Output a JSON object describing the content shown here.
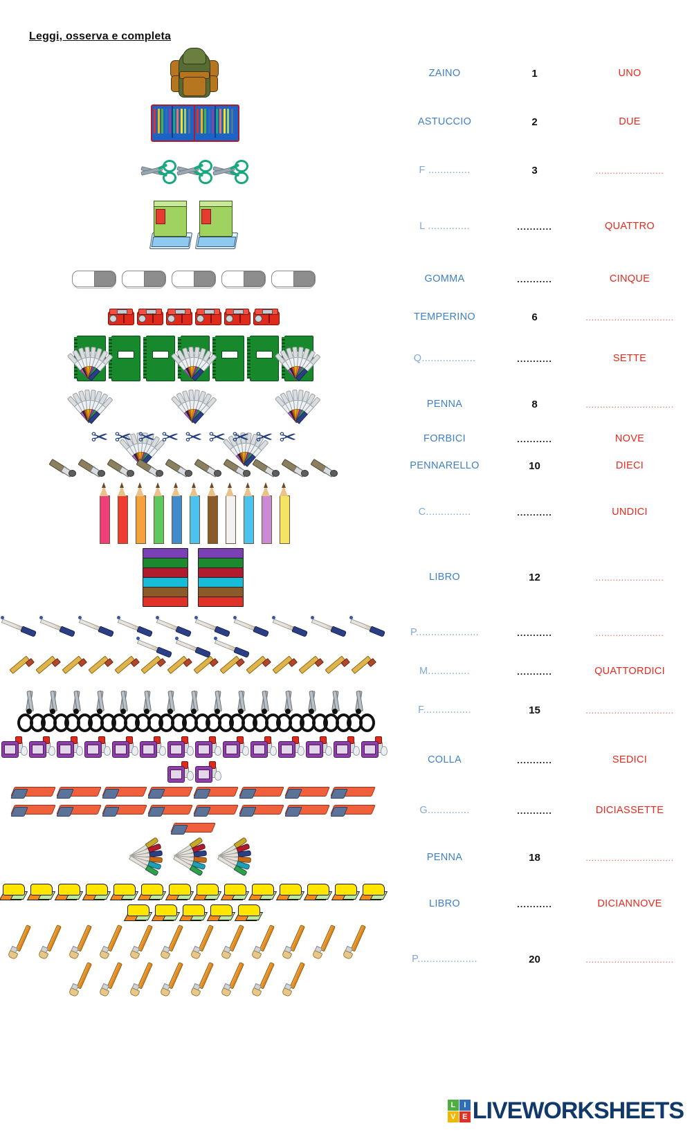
{
  "title": "Leggi, osserva e completa",
  "colors": {
    "word_blue": "#3f80c4",
    "number_black": "#111111",
    "name_red": "#e8291c",
    "dots_blue": "#7fa9d6",
    "dots_red": "#e8735f"
  },
  "dots": {
    "short": "............",
    "blank_blue_short": "..............",
    "blank_blue_long": "....................",
    "blank_red_short": "........................",
    "blank_red_long": "..............................."
  },
  "rows": [
    {
      "word": "ZAINO",
      "word_filled": true,
      "number": "1",
      "number_filled": true,
      "name": "UNO",
      "name_filled": true,
      "count": 1,
      "item": "backpack",
      "height": 72
    },
    {
      "word": "ASTUCCIO",
      "word_filled": true,
      "number": "2",
      "number_filled": true,
      "name": "DUE",
      "name_filled": true,
      "count": 2,
      "item": "pencilcase",
      "height": 68
    },
    {
      "word": "F ..............",
      "word_filled": false,
      "number": "3",
      "number_filled": true,
      "name": "........................",
      "name_filled": false,
      "count": 3,
      "item": "scissors-teal",
      "height": 72
    },
    {
      "word": "L ..............",
      "word_filled": false,
      "number": "...........",
      "number_filled": false,
      "name": "QUATTRO",
      "name_filled": true,
      "count": 2,
      "item": "greenbook",
      "height": 90
    },
    {
      "word": "GOMMA",
      "word_filled": true,
      "number": "...........",
      "number_filled": false,
      "name": "CINQUE",
      "name_filled": true,
      "count": 5,
      "item": "eraser-white",
      "height": 62
    },
    {
      "word": "TEMPERINO",
      "word_filled": true,
      "number": "6",
      "number_filled": true,
      "name": "...............................",
      "name_filled": false,
      "count": 6,
      "item": "sharpener",
      "height": 48
    },
    {
      "word": "Q..................",
      "word_filled": false,
      "number": "...........",
      "number_filled": false,
      "name": "SETTE",
      "name_filled": true,
      "count": 7,
      "item": "notebook",
      "height": 72
    },
    {
      "word": "PENNA",
      "word_filled": true,
      "number": "8",
      "number_filled": true,
      "name": "...............................",
      "name_filled": false,
      "count": 8,
      "item": "penfan8",
      "height": 60
    },
    {
      "word": "FORBICI",
      "word_filled": true,
      "number": "...........",
      "number_filled": false,
      "name": "NOVE",
      "name_filled": true,
      "count": 9,
      "item": "scissors-navy",
      "height": 40
    },
    {
      "word": "PENNARELLO",
      "word_filled": true,
      "number": "10",
      "number_filled": true,
      "name": "DIECI",
      "name_filled": true,
      "count": 10,
      "item": "marker",
      "height": 38
    },
    {
      "word": "C...............",
      "word_filled": false,
      "number": "...........",
      "number_filled": false,
      "name": "UNDICI",
      "name_filled": true,
      "count": 11,
      "item": "colorpencil",
      "height": 96
    },
    {
      "word": "LIBRO",
      "word_filled": true,
      "number": "12",
      "number_filled": true,
      "name": "........................",
      "name_filled": false,
      "count": 2,
      "item": "bookstack",
      "height": 92
    },
    {
      "word": "P.....................",
      "word_filled": false,
      "number": "...........",
      "number_filled": false,
      "name": "........................",
      "name_filled": false,
      "count": 13,
      "item": "bluepen",
      "height": 68
    },
    {
      "word": "M..............",
      "word_filled": false,
      "number": "...........",
      "number_filled": false,
      "name": "QUATTORDICI",
      "name_filled": true,
      "count": 14,
      "item": "yellowpencil",
      "height": 44
    },
    {
      "word": "F................",
      "word_filled": false,
      "number": "15",
      "number_filled": true,
      "name": "...............................",
      "name_filled": false,
      "count": 15,
      "item": "scissors-black",
      "height": 68
    },
    {
      "word": "COLLA",
      "word_filled": true,
      "number": "...........",
      "number_filled": false,
      "name": "SEDICI",
      "name_filled": true,
      "count": 16,
      "item": "glue",
      "height": 76
    },
    {
      "word": "G..............",
      "word_filled": false,
      "number": "...........",
      "number_filled": false,
      "name": "DICIASSETTE",
      "name_filled": true,
      "count": 17,
      "item": "eraser-orange",
      "height": 70
    },
    {
      "word": "PENNA",
      "word_filled": true,
      "number": "18",
      "number_filled": true,
      "name": "...............................",
      "name_filled": false,
      "count": 3,
      "item": "penfan18",
      "height": 66
    },
    {
      "word": "LIBRO",
      "word_filled": true,
      "number": "...........",
      "number_filled": false,
      "name": "DICIANNOVE",
      "name_filled": true,
      "count": 19,
      "item": "yellowbook",
      "height": 68
    },
    {
      "word": "P....................",
      "word_filled": false,
      "number": "20",
      "number_filled": true,
      "name": "...............................",
      "name_filled": false,
      "count": 20,
      "item": "paintbrush",
      "height": 92
    }
  ],
  "footer": {
    "logo_tiles": [
      "L",
      "I",
      "V",
      "E"
    ],
    "logo_text": "LIVEWORKSHEETS"
  }
}
